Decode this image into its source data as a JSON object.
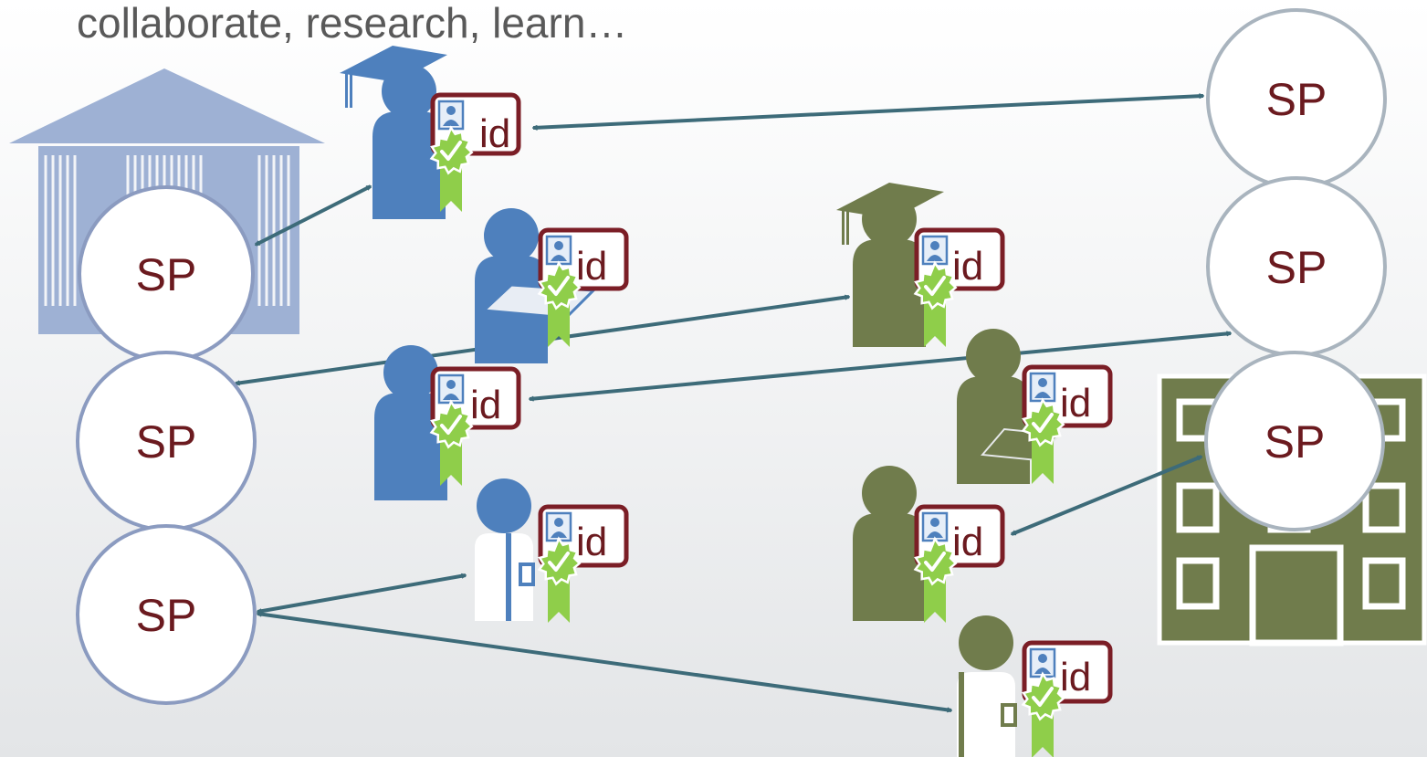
{
  "heading": "collaborate, research, learn…",
  "sp_label": "SP",
  "id_label": "id",
  "colors": {
    "blue_person": "#4e80bd",
    "green_person": "#707c4c",
    "sp_border_grey": "#a9b4be",
    "sp_border_blue": "#8b9bc0",
    "card_border": "#7b1e26",
    "label_text": "#6b1a1f",
    "seal_green": "#8fce4a",
    "arrow": "#3d6b79",
    "museum": "#9eb1d4",
    "building": "#707c4c"
  },
  "icons": [
    "museum-icon",
    "office-building-icon",
    "graduate-person-icon",
    "person-icon",
    "tablet-person-icon",
    "doctor-person-icon",
    "id-card-icon",
    "verified-seal-icon"
  ]
}
